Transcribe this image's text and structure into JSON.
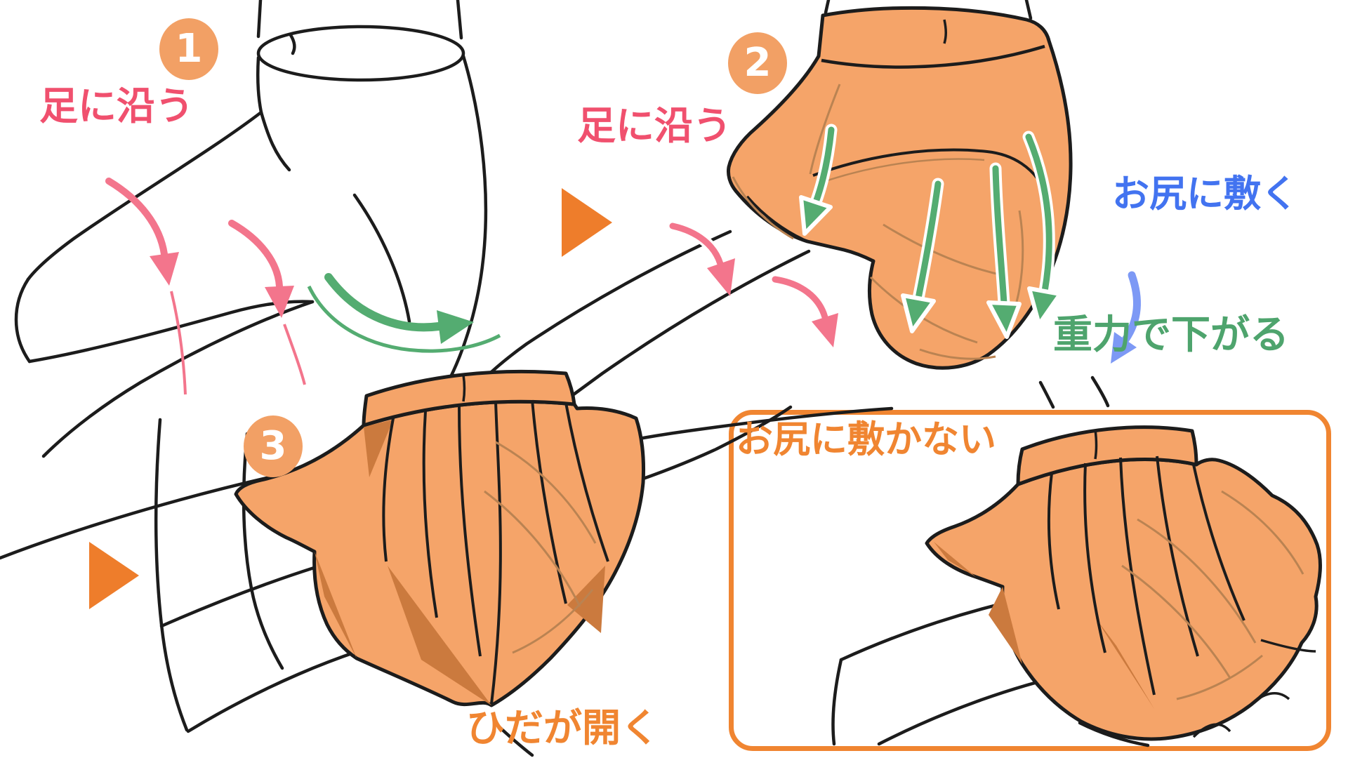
{
  "steps": {
    "step1": {
      "badge": "1",
      "label": "足に沿う"
    },
    "step2": {
      "badge": "2",
      "label": "足に沿う",
      "blue_note": "お尻に敷く",
      "green_note": "重力で下がる"
    },
    "step3": {
      "badge": "3",
      "caption": "ひだが開く"
    },
    "callout_box": {
      "title": "お尻に敷かない"
    }
  },
  "colors": {
    "background": "#ffffff",
    "line_art": "#1c1c1c",
    "skirt_fill": "#F5A469",
    "skirt_shadow": "#CB7A3E",
    "skirt_fold_line": "#BA8352",
    "badge_background": "#F2A065",
    "badge_number": "#ffffff",
    "transition_triangle": "#EE7D2B",
    "pink_label": "#F0506E",
    "pink_arrow": "#F3758C",
    "green_arrow": "#54AC71",
    "green_label": "#4EA46D",
    "blue_label": "#4273F0",
    "blue_arrow": "#7D99F5",
    "orange_label": "#F08531",
    "callout_border": "#F08531"
  }
}
